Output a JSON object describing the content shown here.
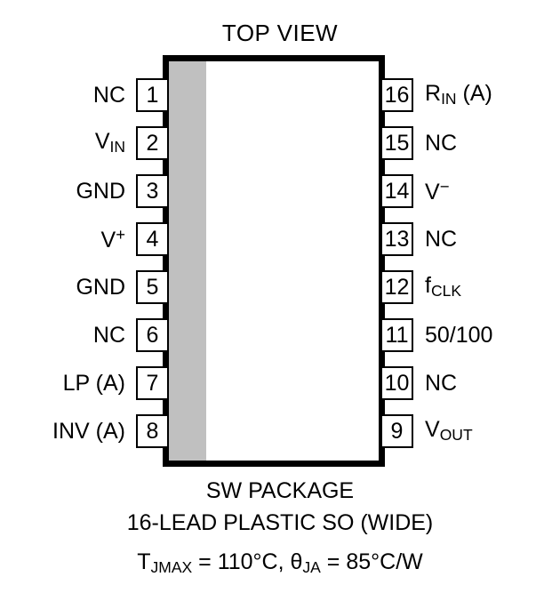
{
  "diagram": {
    "title": "TOP VIEW",
    "package_body": {
      "stripe_color": "#C0C0C0",
      "border_color": "#000000",
      "fill_color": "#FFFFFF"
    },
    "pins_left": [
      {
        "number": "1",
        "label_html": "NC",
        "label_text": "NC"
      },
      {
        "number": "2",
        "label_html": "V<span class=\"sub\">IN</span>",
        "label_text": "VIN"
      },
      {
        "number": "3",
        "label_html": "GND",
        "label_text": "GND"
      },
      {
        "number": "4",
        "label_html": "V<span class=\"sup\">+</span>",
        "label_text": "V+"
      },
      {
        "number": "5",
        "label_html": "GND",
        "label_text": "GND"
      },
      {
        "number": "6",
        "label_html": "NC",
        "label_text": "NC"
      },
      {
        "number": "7",
        "label_html": "LP (A)",
        "label_text": "LP (A)"
      },
      {
        "number": "8",
        "label_html": "INV (A)",
        "label_text": "INV (A)"
      }
    ],
    "pins_right": [
      {
        "number": "16",
        "label_html": "R<span class=\"sub\">IN</span> (A)",
        "label_text": "RIN (A)"
      },
      {
        "number": "15",
        "label_html": "NC",
        "label_text": "NC"
      },
      {
        "number": "14",
        "label_html": "V<span class=\"sup\">&#8722;</span>",
        "label_text": "V-"
      },
      {
        "number": "13",
        "label_html": "NC",
        "label_text": "NC"
      },
      {
        "number": "12",
        "label_html": "f<span class=\"sub\">CLK</span>",
        "label_text": "fCLK"
      },
      {
        "number": "11",
        "label_html": "50/100",
        "label_text": "50/100"
      },
      {
        "number": "10",
        "label_html": "NC",
        "label_text": "NC"
      },
      {
        "number": "9",
        "label_html": "V<span class=\"sub\">OUT</span>",
        "label_text": "VOUT"
      }
    ],
    "caption": {
      "line1": "SW PACKAGE",
      "line2": "16-LEAD PLASTIC SO (WIDE)",
      "line3_html": "T<span class=\"sub\">JMAX</span> = 110&deg;C, &theta;<span class=\"sub\">JA</span> = 85&deg;C/W",
      "line3_text": "TJMAX = 110°C, θJA = 85°C/W"
    }
  }
}
